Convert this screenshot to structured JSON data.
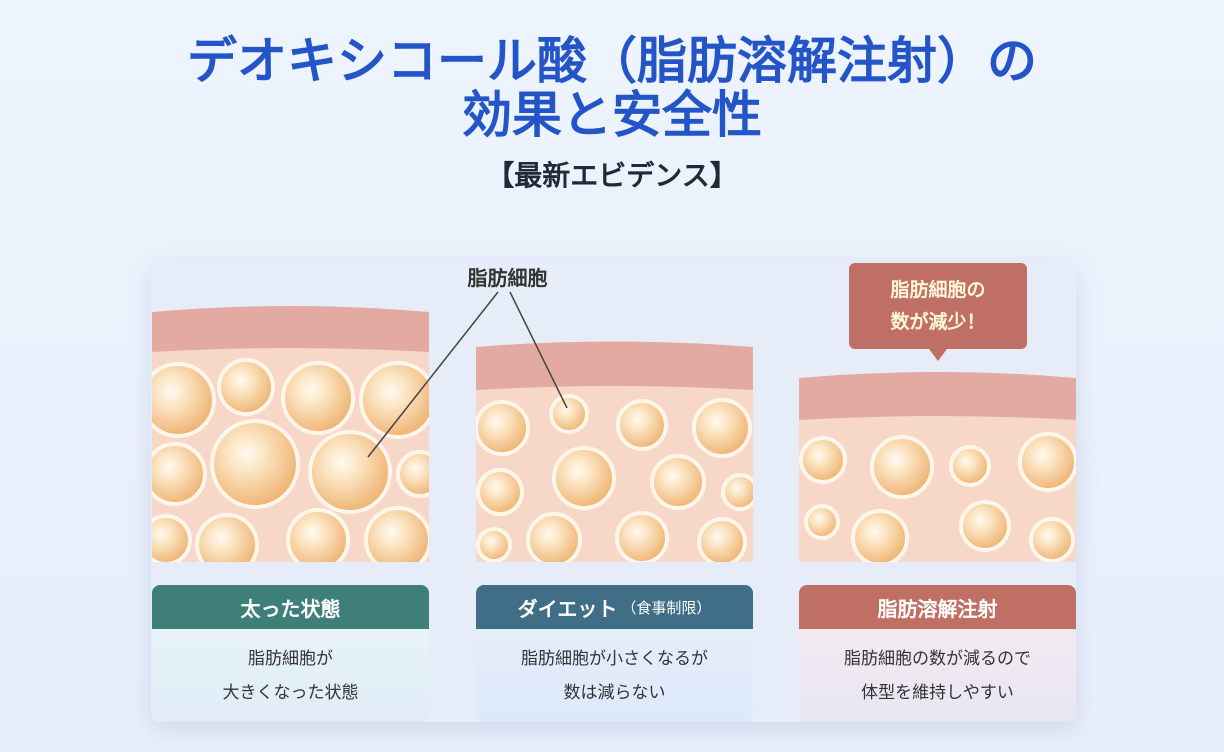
{
  "title_line1": "デオキシコール酸（脂肪溶解注射）の",
  "title_line2": "効果と安全性",
  "subtitle": "【最新エビデンス】",
  "fat_cell_label": "脂肪細胞",
  "callout": {
    "line1": "脂肪細胞の",
    "line2": "数が減少！"
  },
  "panels": [
    {
      "heading": "太った状態",
      "heading_small": "",
      "desc_line1": "脂肪細胞が",
      "desc_line2": "大きくなった状態"
    },
    {
      "heading": "ダイエット",
      "heading_small": "（食事制限）",
      "desc_line1": "脂肪細胞が小さくなるが",
      "desc_line2": "数は減らない"
    },
    {
      "heading": "脂肪溶解注射",
      "heading_small": "",
      "desc_line1": "脂肪細胞の数が減るので",
      "desc_line2": "体型を維持しやすい"
    }
  ],
  "colors": {
    "title": "#2355c8",
    "panel1_heading": "#3e8079",
    "panel2_heading": "#3f6e86",
    "panel3_heading": "#c06f65",
    "skin": "#e3aaa2",
    "fat_tissue": "#f6d7c8",
    "fat_cell": "#f3c48c"
  },
  "icons": [
    "fat-cell-icon"
  ]
}
